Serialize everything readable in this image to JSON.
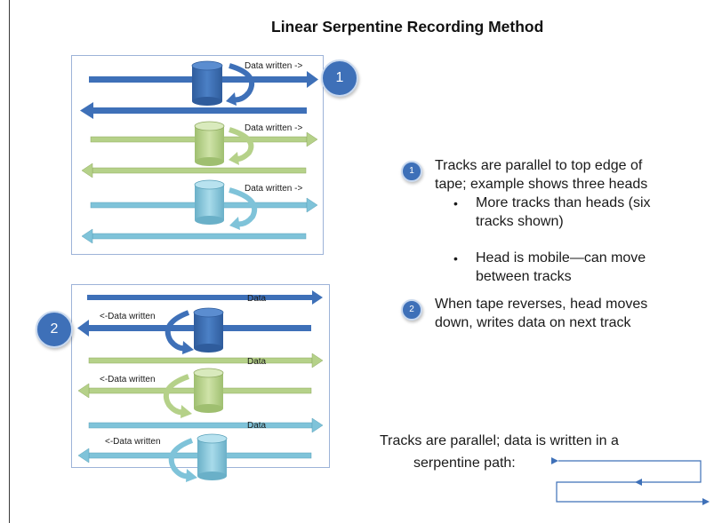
{
  "title": "Linear Serpentine Recording Method",
  "diagram_top": {
    "callout_number": "1",
    "track_labels": [
      "Data written ->",
      "Data written ->",
      "Data written ->"
    ]
  },
  "diagram_bottom": {
    "callout_number": "2",
    "forward_labels": [
      "Data",
      "Data",
      "Data"
    ],
    "reverse_labels": [
      "<-Data written",
      "<-Data written",
      "<-Data written"
    ]
  },
  "explanation": {
    "point1": {
      "number": "1",
      "line1": "Tracks are parallel to top edge of",
      "line2": "tape; example shows three heads",
      "bullets": [
        {
          "line1": "More tracks than heads (six",
          "line2": "tracks shown)"
        },
        {
          "line1": "Head is mobile—can move",
          "line2": "between tracks"
        }
      ]
    },
    "point2": {
      "number": "2",
      "line1": "When tape reverses, head moves",
      "line2": "down, writes data on next track"
    }
  },
  "footer": {
    "line1": "Tracks are parallel; data is written in a",
    "line2": "serpentine path:"
  },
  "colors": {
    "dark_blue": "#3e70b8",
    "green": "#b5d189",
    "light_blue": "#7fc3d9",
    "panel_border": "#9db3d8"
  }
}
